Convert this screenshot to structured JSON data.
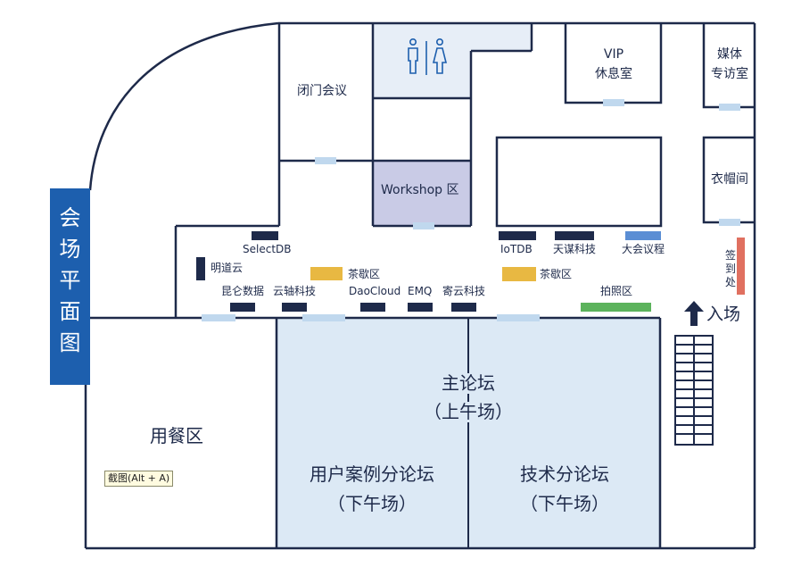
{
  "title": [
    "会",
    "场",
    "平",
    "面",
    "图"
  ],
  "rooms": {
    "closed_meeting": "闭门会议",
    "workshop": "Workshop 区",
    "vip": [
      "VIP",
      "休息室"
    ],
    "media": [
      "媒体",
      "专访室"
    ],
    "coatroom": "衣帽间",
    "dining": "用餐区",
    "main_forum": [
      "主论坛",
      "（上午场）"
    ],
    "user_forum": [
      "用户案例分论坛",
      "（下午场）"
    ],
    "tech_forum": [
      "技术分论坛",
      "（下午场）"
    ]
  },
  "booths": {
    "selectdb": "SelectDB",
    "mingdaoyun": "明道云",
    "kunlun": "昆仑数据",
    "yunzhou": "云轴科技",
    "tea_left": "茶歇区",
    "daocloud": "DaoCloud",
    "emq": "EMQ",
    "jiyun": "寄云科技",
    "iotdb": "IoTDB",
    "tianmou": "天谋科技",
    "agenda": "大会议程",
    "tea_right": "茶歇区",
    "photo": "拍照区"
  },
  "signin": [
    "签",
    "到",
    "处"
  ],
  "entrance": "入场",
  "screenshot_badge": "截图(Alt + A)",
  "colors": {
    "wall": "#1e2a4a",
    "title_bg": "#1d5fae",
    "booth_dark": "#1e2a4a",
    "tea": "#e8b842",
    "photo": "#5cb35c",
    "agenda": "#5b8ed4",
    "signin": "#e07060",
    "door": "#c0d8ee",
    "forum_fill": "#dce9f5",
    "workshop_fill": "#c9cbe6"
  },
  "icons": [
    "restroom-icon",
    "entrance-arrow-icon",
    "stairs-icon"
  ]
}
